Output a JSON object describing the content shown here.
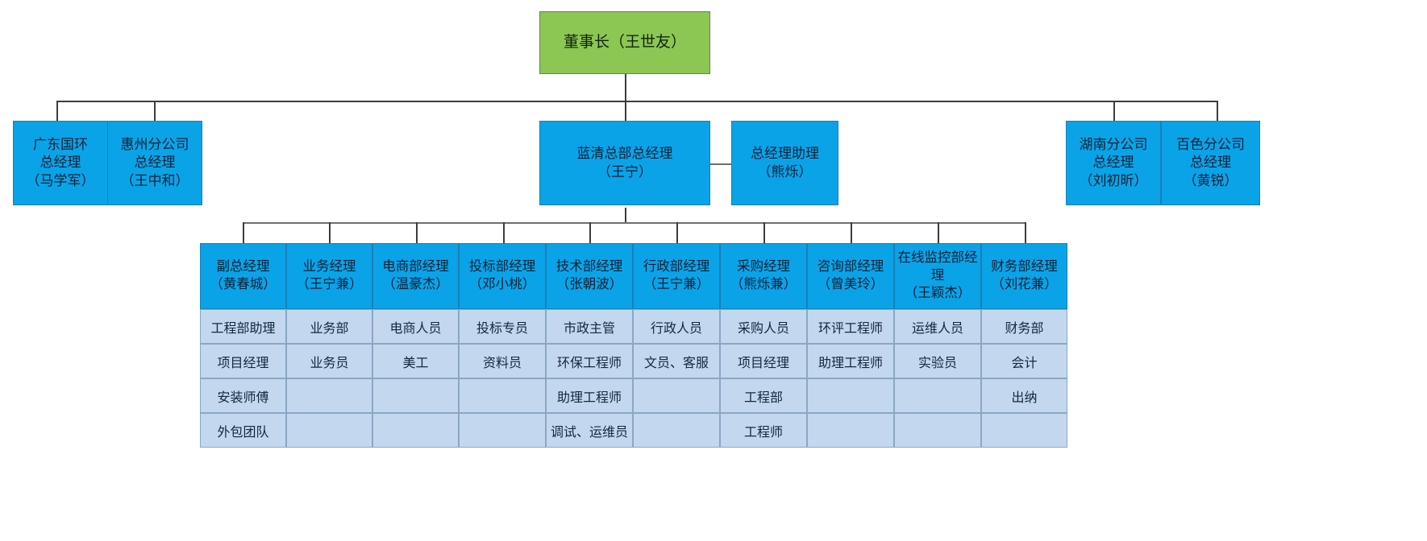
{
  "root": {
    "title": "董事长（王世友）"
  },
  "level2": {
    "left": [
      {
        "name": "广东国环\n总经理\n（马学军）"
      },
      {
        "name": "惠州分公司\n总经理\n（王中和）"
      }
    ],
    "center": {
      "name": "蓝清总部总经理\n（王宁）"
    },
    "assistant": {
      "name": "总经理助理\n（熊烁）"
    },
    "right": [
      {
        "name": "湖南分公司\n总经理\n（刘初昕）"
      },
      {
        "name": "百色分公司\n总经理\n（黄锐）"
      }
    ]
  },
  "departments": {
    "headers": [
      "副总经理\n（黄春城）",
      "业务经理\n（王宁兼）",
      "电商部经理\n（温豪杰）",
      "投标部经理\n（邓小桃）",
      "技术部经理\n（张朝波）",
      "行政部经理\n（王宁兼）",
      "采购经理\n（熊烁兼）",
      "咨询部经理\n（曾美玲）",
      "在线监控部经理\n（王颖杰）",
      "财务部经理\n（刘花兼）"
    ],
    "rows": [
      [
        "工程部助理",
        "业务部",
        "电商人员",
        "投标专员",
        "市政主管",
        "行政人员",
        "采购人员",
        "环评工程师",
        "运维人员",
        "财务部"
      ],
      [
        "项目经理",
        "业务员",
        "美工",
        "资料员",
        "环保工程师",
        "文员、客服",
        "项目经理",
        "助理工程师",
        "实验员",
        "会计"
      ],
      [
        "安装师傅",
        "",
        "",
        "",
        "助理工程师",
        "",
        "工程部",
        "",
        "",
        "出纳"
      ],
      [
        "外包团队",
        "",
        "",
        "",
        "调试、运维员",
        "",
        "工程师",
        "",
        "",
        ""
      ]
    ]
  },
  "colors": {
    "root_fill": "#8cc653",
    "box_fill": "#0aa3e8",
    "cell_fill": "#c3d8ee",
    "line": "#3d3d3d"
  }
}
